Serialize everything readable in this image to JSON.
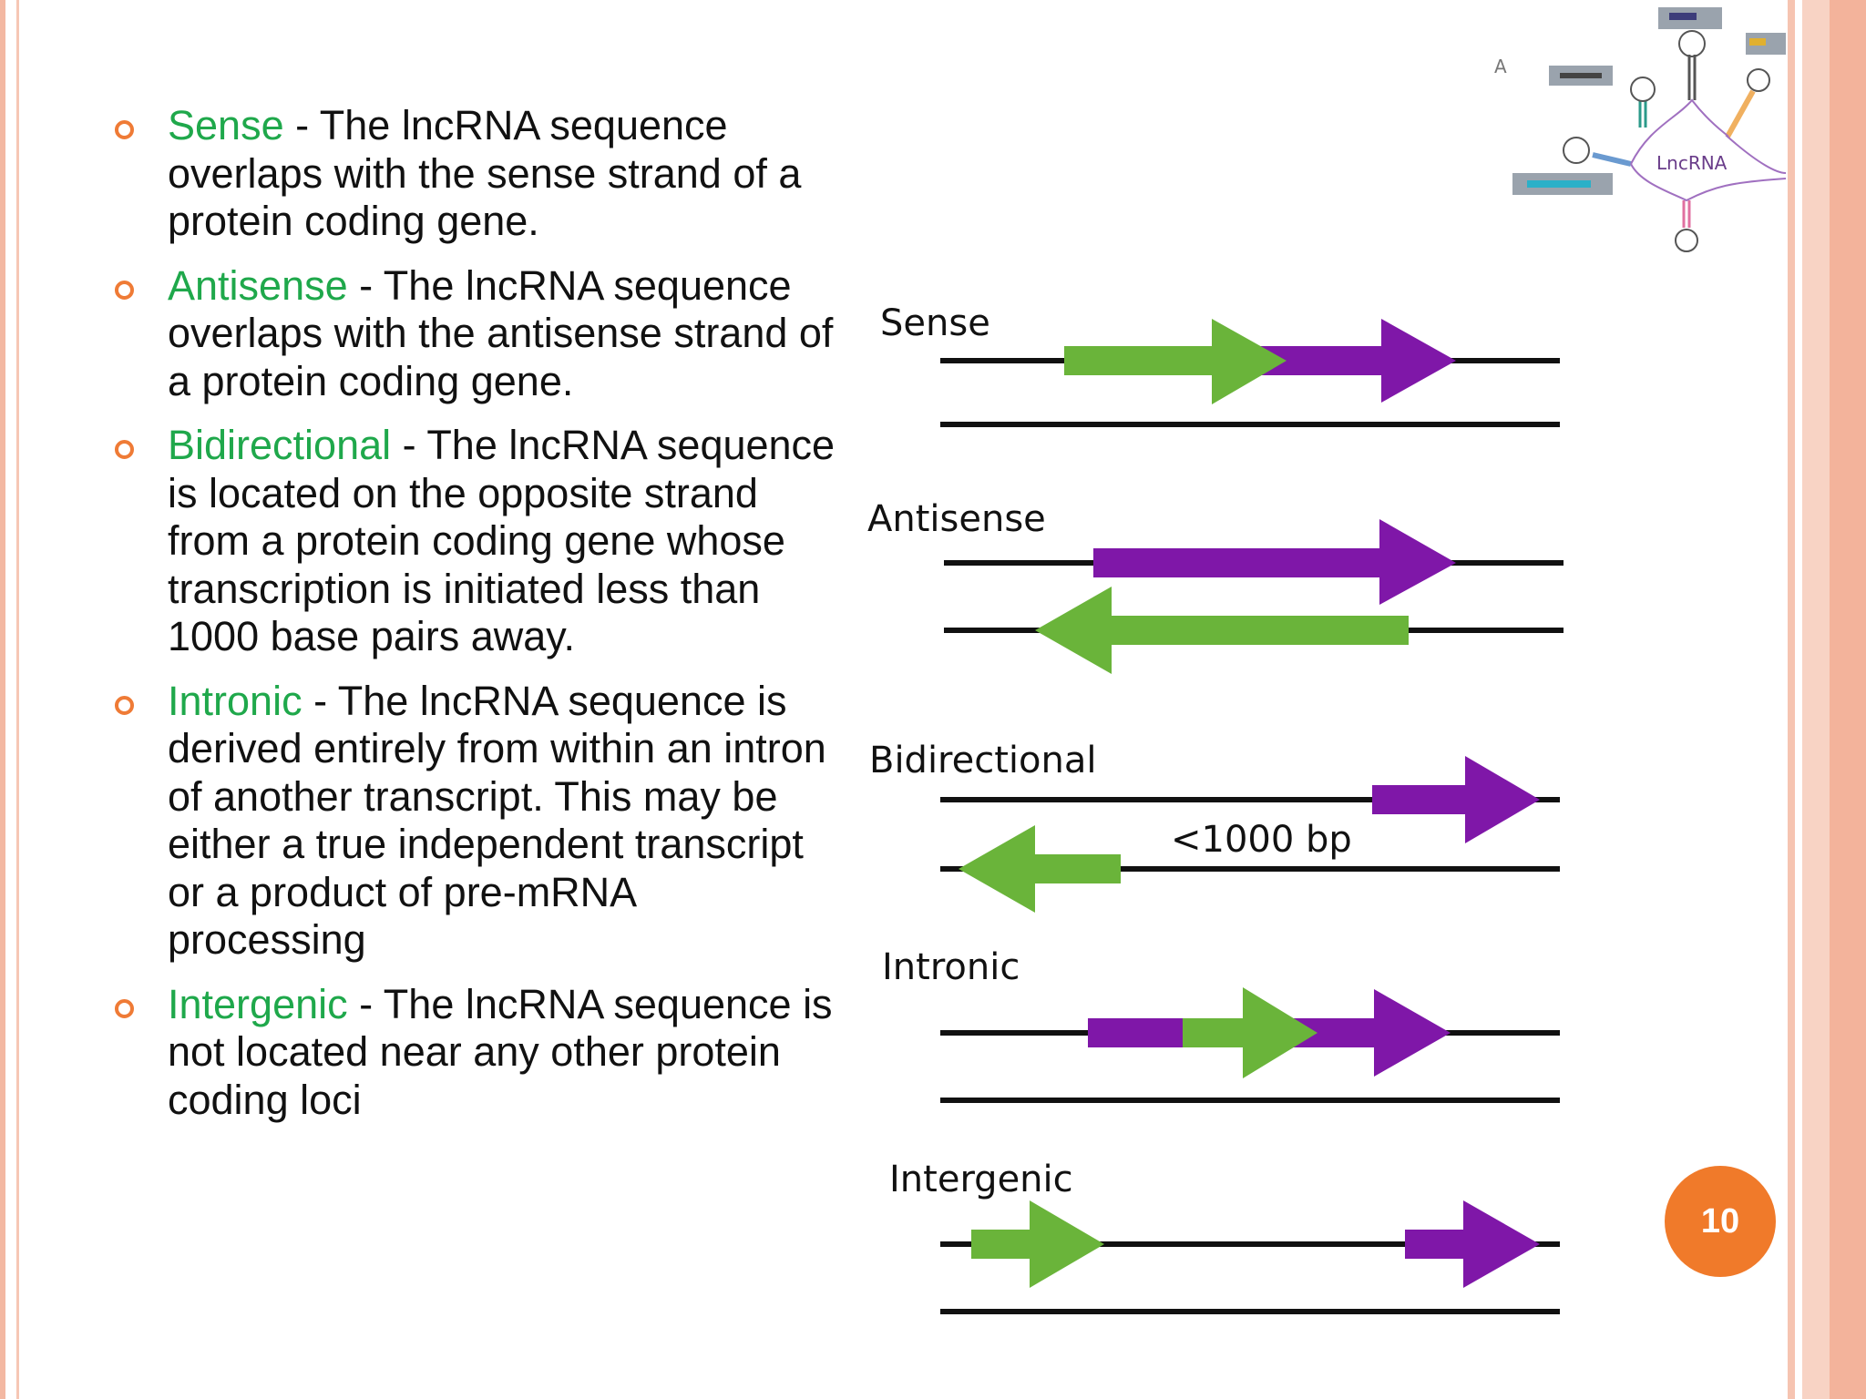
{
  "colors": {
    "term_green": "#1fa84b",
    "bullet_orange": "#ef7b36",
    "arrow_green": "#6ab43a",
    "arrow_purple": "#7f17a8",
    "badge_orange": "#f07a2a"
  },
  "bullets": [
    {
      "term": "Sense",
      "text": " - The lncRNA sequence overlaps with the sense strand of a protein coding gene."
    },
    {
      "term": "Antisense",
      "text": " - The lncRNA sequence overlaps with the antisense strand of a protein coding gene."
    },
    {
      "term": "Bidirectional",
      "text": " - The lncRNA sequence is located on the opposite strand from a protein coding gene whose transcription is initiated less than 1000 base pairs away."
    },
    {
      "term": "Intronic",
      "text": " - The lncRNA sequence is derived entirely from within an intron of another transcript. This may be either a true independent transcript or a product of pre-mRNA processing"
    },
    {
      "term": "Intergenic",
      "text": " - The lncRNA sequence is not located near any other protein coding loci"
    }
  ],
  "diagram": {
    "labels": [
      "Sense",
      "Antisense",
      "Bidirectional",
      "Intronic",
      "Intergenic"
    ],
    "distance_label": "<1000 bp"
  },
  "inset": {
    "panel_letter": "A",
    "center_label": "LncRNA"
  },
  "page_number": "10"
}
